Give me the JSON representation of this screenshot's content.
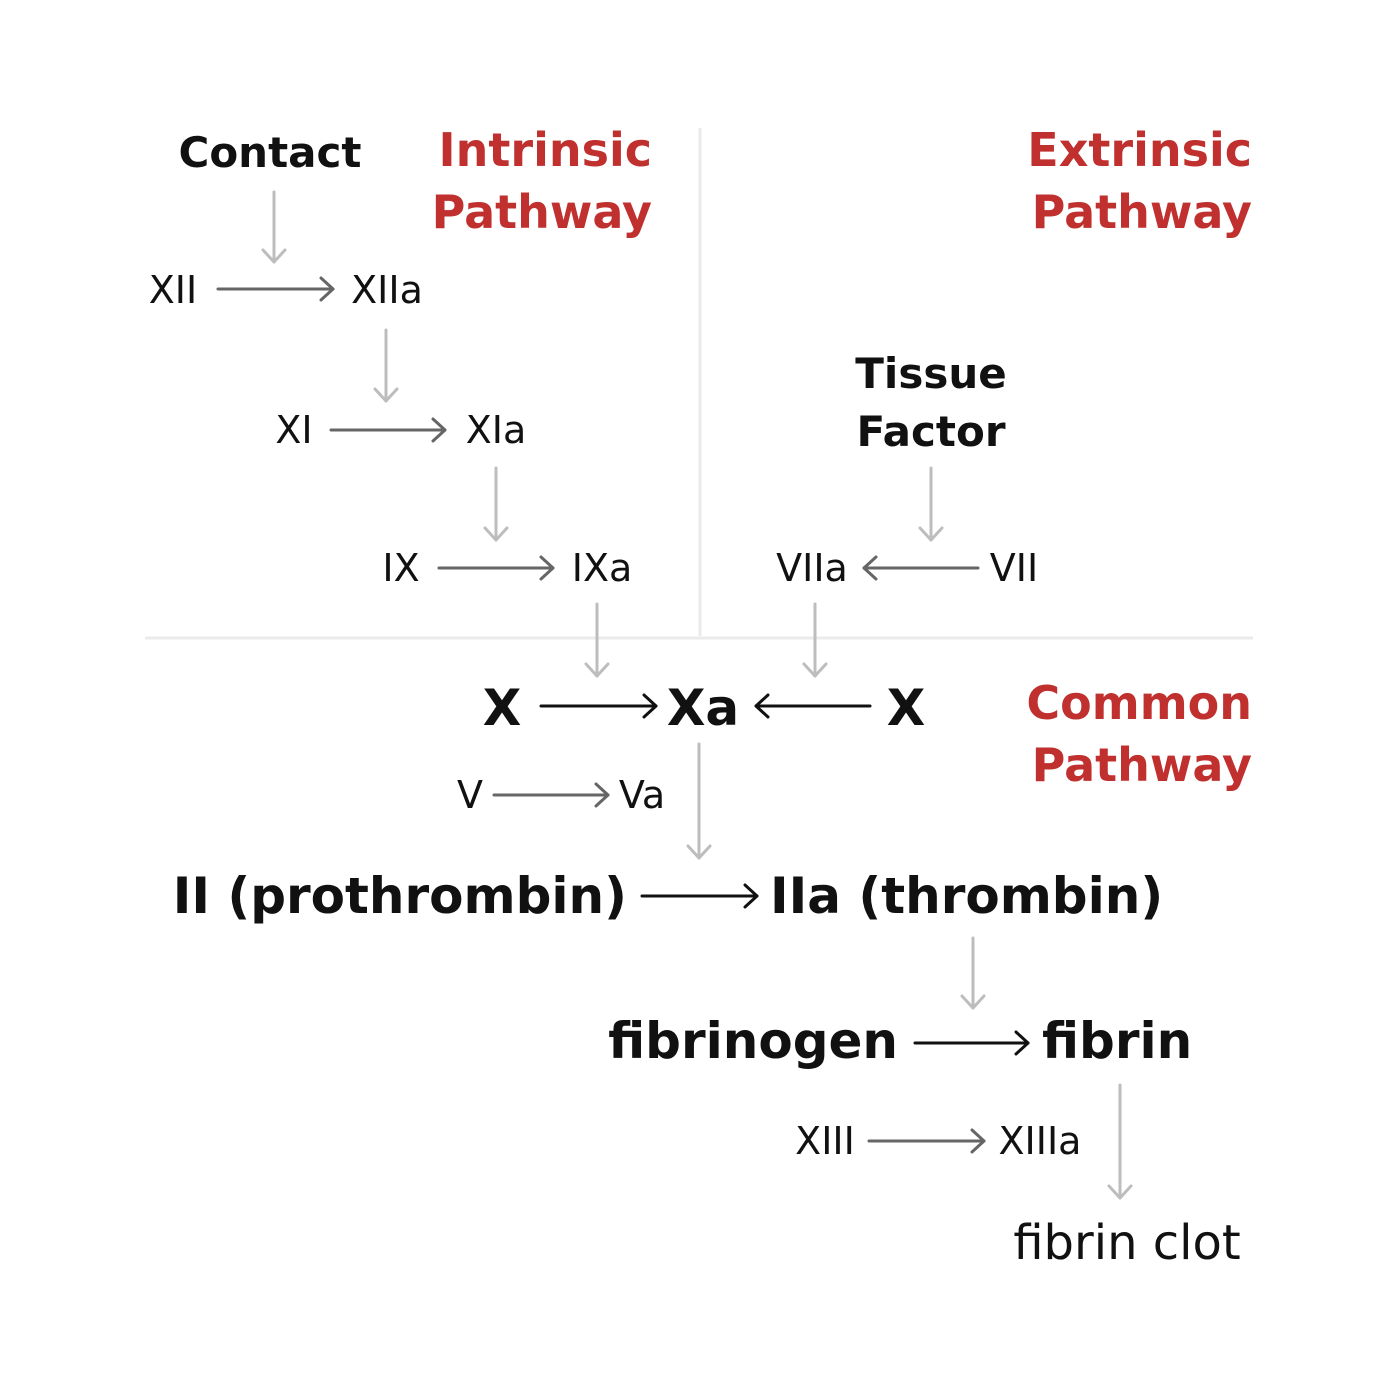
{
  "colors": {
    "title": "#c0302e",
    "text": "#111111",
    "arrow_dark": "#666666",
    "arrow_light": "#bdbdbd",
    "divider": "#ebebeb"
  },
  "intrinsic": {
    "title_line1": "Intrinsic",
    "title_line2": "Pathway",
    "contact": "Contact",
    "xii": "XII",
    "xiia": "XIIa",
    "xi": "XI",
    "xia": "XIa",
    "ix": "IX",
    "ixa": "IXa"
  },
  "extrinsic": {
    "title_line1": "Extrinsic",
    "title_line2": "Pathway",
    "tissue_line1": "Tissue",
    "tissue_line2": "Factor",
    "viia": "VIIa",
    "vii": "VII"
  },
  "common": {
    "title_line1": "Common",
    "title_line2": "Pathway",
    "x_left": "X",
    "xa": "Xa",
    "x_right": "X",
    "v": "V",
    "va": "Va",
    "prothrombin": "II (prothrombin)",
    "thrombin": "IIa (thrombin)",
    "fibrinogen": "fibrinogen",
    "fibrin": "fibrin",
    "xiii": "XIII",
    "xiiia": "XIIIa",
    "clot": "fibrin clot"
  }
}
